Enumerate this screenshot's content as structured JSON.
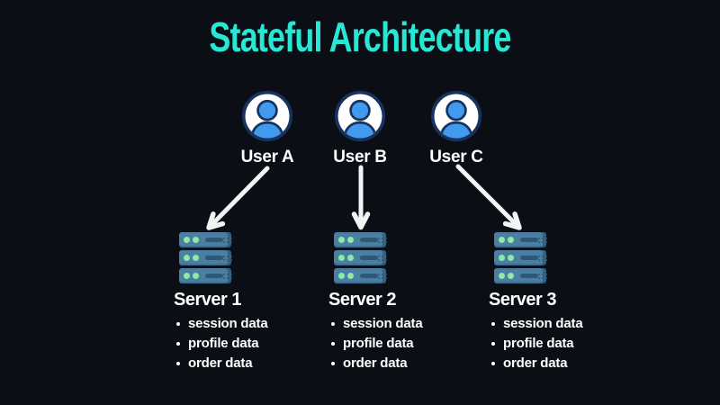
{
  "title": "Stateful Architecture",
  "users": [
    {
      "label": "User A"
    },
    {
      "label": "User B"
    },
    {
      "label": "User C"
    }
  ],
  "servers": [
    {
      "label": "Server 1",
      "items": [
        "session data",
        "profile data",
        "order data"
      ]
    },
    {
      "label": "Server 2",
      "items": [
        "session data",
        "profile data",
        "order data"
      ]
    },
    {
      "label": "Server 3",
      "items": [
        "session data",
        "profile data",
        "order data"
      ]
    }
  ],
  "connections": [
    {
      "from": "User A",
      "to": "Server 1"
    },
    {
      "from": "User B",
      "to": "Server 2"
    },
    {
      "from": "User C",
      "to": "Server 3"
    }
  ],
  "colors": {
    "background": "#0b0e15",
    "title": "#28e7d5",
    "text": "#ffffff",
    "arrow": "#f2f3f5",
    "user_fill": "#419aec",
    "user_ring": "#16325e",
    "user_bg": "#ffffff",
    "server_body": "#4a7fa2",
    "server_detail": "#2d5878",
    "server_led": "#8deaa6"
  }
}
